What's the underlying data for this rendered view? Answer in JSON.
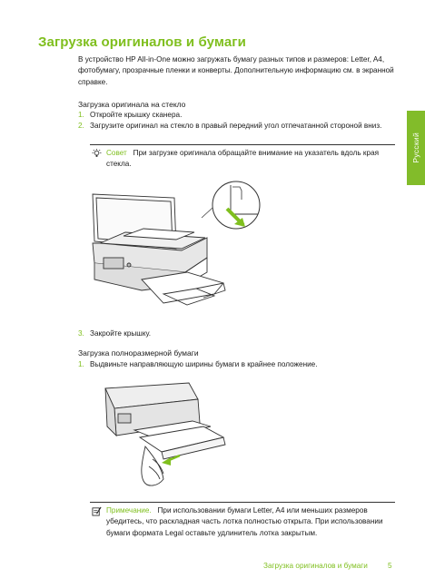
{
  "page": {
    "title": "Загрузка оригиналов и бумаги",
    "side_tab": "Русский",
    "footer_label": "Загрузка оригиналов и бумаги",
    "page_number": "5"
  },
  "intro": "В устройство HP All-in-One можно загружать бумагу разных типов и размеров: Letter, A4, фотобумагу, прозрачные пленки и конверты. Дополнительную информацию см. в экранной справке.",
  "section1": {
    "heading": "Загрузка оригинала на стекло",
    "steps": [
      {
        "num": "1.",
        "text": "Откройте крышку сканера."
      },
      {
        "num": "2.",
        "text": "Загрузите оригинал на стекло в правый передний угол отпечатанной стороной вниз."
      }
    ],
    "tip_label": "Совет",
    "tip_text": "При загрузке оригинала обращайте внимание на указатель вдоль края стекла.",
    "step3": {
      "num": "3.",
      "text": "Закройте крышку."
    }
  },
  "section2": {
    "heading": "Загрузка полноразмерной бумаги",
    "steps": [
      {
        "num": "1.",
        "text": "Выдвиньте направляющую ширины бумаги в крайнее положение."
      }
    ],
    "note_label": "Примечание.",
    "note_text": "При использовании бумаги Letter, A4 или меньших размеров убедитесь, что раскладная часть лотка полностью открыта. При использовании бумаги формата Legal оставьте удлинитель лотка закрытым."
  },
  "colors": {
    "accent": "#7fbf1e",
    "tab": "#82bc2a",
    "text": "#1a1a1a"
  },
  "icons": {
    "tip": "lightbulb-icon",
    "note": "note-pencil-icon"
  }
}
